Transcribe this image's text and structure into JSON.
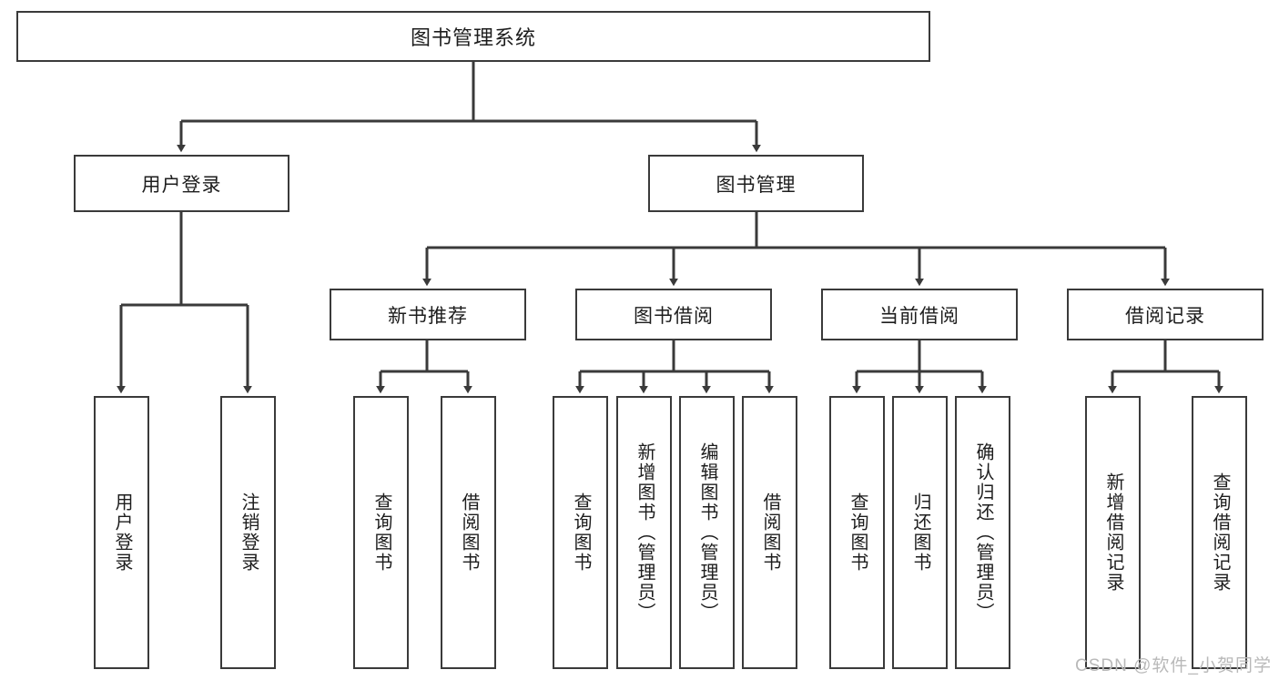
{
  "diagram": {
    "title": "图书管理系统",
    "watermark": "CSDN @软件_小贺同学",
    "line_color": "#3a3a3a",
    "box_fill": "#ffffff",
    "text_color": "#1d1d1d",
    "watermark_color": "#b9b9b9"
  },
  "nodes": {
    "root": {
      "label": "图书管理系统"
    },
    "level2": [
      {
        "label": "用户登录"
      },
      {
        "label": "图书管理"
      }
    ],
    "level3": [
      {
        "label": "新书推荐"
      },
      {
        "label": "图书借阅"
      },
      {
        "label": "当前借阅"
      },
      {
        "label": "借阅记录"
      }
    ],
    "leaves": {
      "user_login": [
        {
          "label": "用户登录"
        },
        {
          "label": "注销登录"
        }
      ],
      "new_book": [
        {
          "label": "查询图书"
        },
        {
          "label": "借阅图书"
        }
      ],
      "book_borrow": [
        {
          "label": "查询图书"
        },
        {
          "label": "新增图书（管理员）"
        },
        {
          "label": "编辑图书（管理员）"
        },
        {
          "label": "借阅图书"
        }
      ],
      "current_borrow": [
        {
          "label": "查询图书"
        },
        {
          "label": "归还图书"
        },
        {
          "label": "确认归还（管理员）"
        }
      ],
      "borrow_record": [
        {
          "label": "新增借阅记录"
        },
        {
          "label": "查询借阅记录"
        }
      ]
    }
  }
}
